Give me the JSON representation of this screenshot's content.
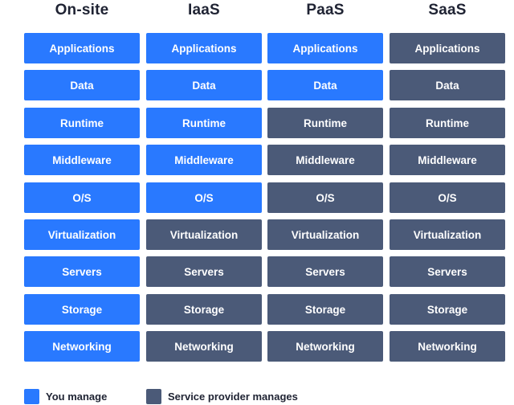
{
  "colors": {
    "you_manage": "#2979ff",
    "provider_manages": "#4b5a78",
    "header_text": "#1f2333"
  },
  "columns": [
    {
      "name": "On-site",
      "you_manage_count": 9
    },
    {
      "name": "IaaS",
      "you_manage_count": 5
    },
    {
      "name": "PaaS",
      "you_manage_count": 2
    },
    {
      "name": "SaaS",
      "you_manage_count": 0
    }
  ],
  "layers": [
    "Applications",
    "Data",
    "Runtime",
    "Middleware",
    "O/S",
    "Virtualization",
    "Servers",
    "Storage",
    "Networking"
  ],
  "legend": {
    "you_manage": "You manage",
    "provider_manages": "Service provider manages"
  }
}
